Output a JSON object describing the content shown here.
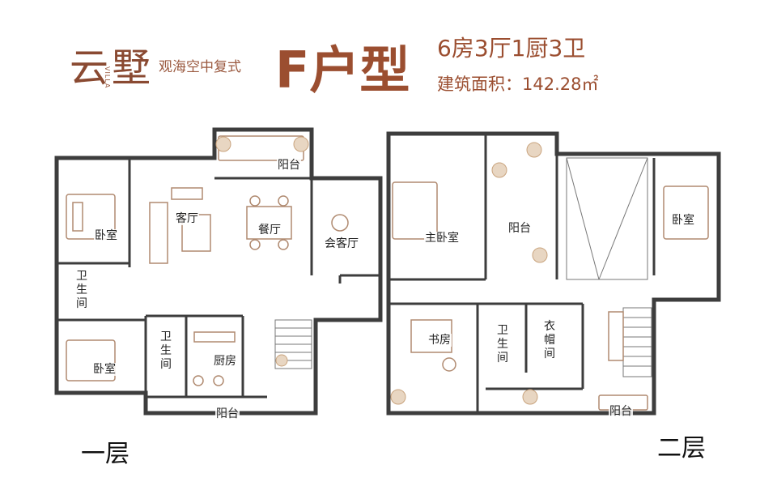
{
  "header": {
    "brand": "云墅",
    "brand_villa": "VILLA",
    "brand_sub": "观海空中复式",
    "unit_type": "F户型",
    "rooms_summary": "6房3厅1厨3卫",
    "area_label": "建筑面积：142.28㎡"
  },
  "floor1": {
    "label": "一层",
    "rooms": {
      "bedroom_a": "卧室",
      "living": "客厅",
      "dining": "餐厅",
      "guest_hall": "会客厅",
      "balcony_top": "阳台",
      "bath_a": "卫生间",
      "bedroom_b": "卧室",
      "bath_b": "卫生间",
      "kitchen": "厨房",
      "balcony_bottom": "阳台"
    }
  },
  "floor2": {
    "label": "二层",
    "rooms": {
      "master": "主卧室",
      "balcony_mid": "阳台",
      "bedroom": "卧室",
      "study": "书房",
      "bath": "卫生间",
      "cloakroom": "衣帽间",
      "balcony_bottom": "阳台"
    }
  },
  "colors": {
    "wall": "#3d3d3d",
    "furniture": "#b08a70",
    "accent": "#9b4e30",
    "plant": "#c9a47e"
  }
}
